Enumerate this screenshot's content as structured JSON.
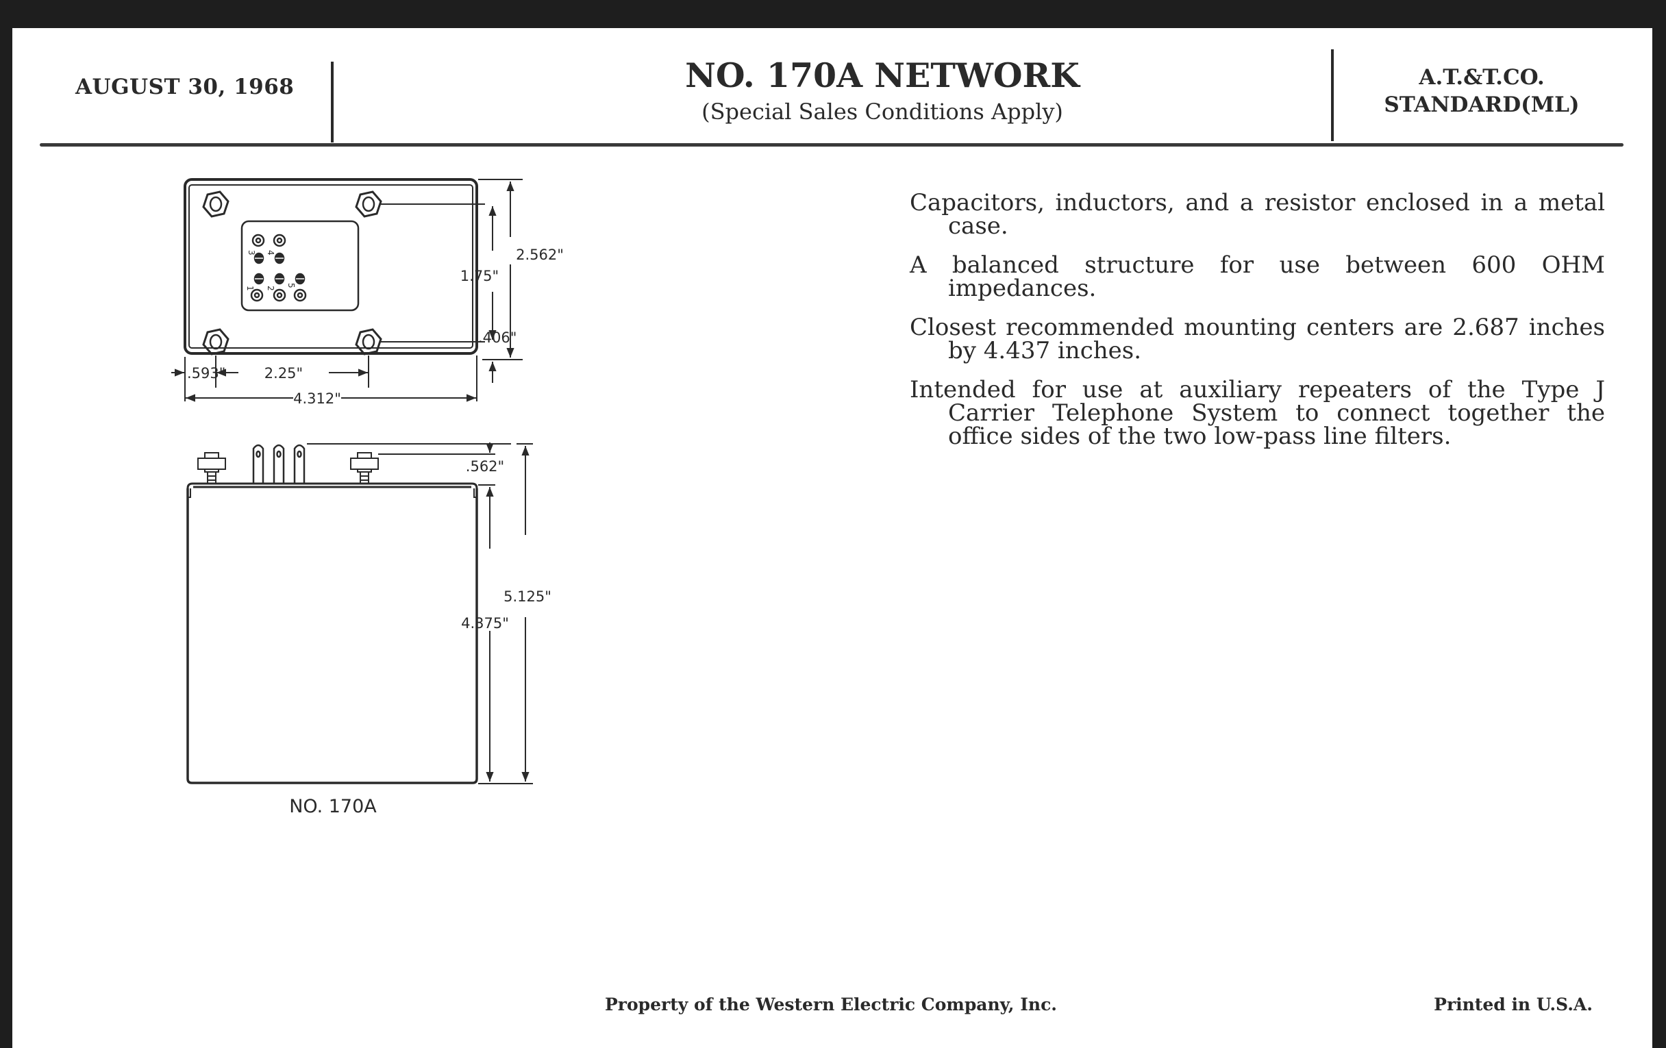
{
  "header": {
    "date": "AUGUST 30, 1968",
    "title": "NO. 170A NETWORK",
    "subtitle": "(Special Sales Conditions Apply)",
    "org_line1": "A.T.&T.CO.",
    "org_line2": "STANDARD(ML)"
  },
  "description": [
    "Capacitors, inductors, and a resistor enclosed in a metal case.",
    "A balanced structure for use between 600 OHM impedances.",
    "Closest recommended mounting centers are 2.687 inches by 4.437 inches.",
    "Intended for use at auxiliary repeaters of the Type J Carrier Telephone System to connect together the office sides of the two low-pass line filters."
  ],
  "drawing": {
    "top_view": {
      "terminal_labels": [
        "3",
        "4",
        "1",
        "2",
        "5"
      ],
      "dimensions": {
        "overall_height": "2.562\"",
        "mounting_vertical": "1.75\"",
        "bottom_offset": ".406\"",
        "left_offset": ".593\"",
        "mounting_horizontal": "2.25\"",
        "overall_width": "4.312\""
      }
    },
    "side_view": {
      "dimensions": {
        "terminal_height": ".562\"",
        "body_height": "4.375\"",
        "overall_height": "5.125\""
      },
      "caption": "NO. 170A"
    }
  },
  "footer": {
    "left": "Property of the Western Electric Company, Inc.",
    "right": "Printed in U.S.A."
  },
  "colors": {
    "ink": "#2a2a2a",
    "paper": "#ffffff",
    "border": "#1e1e1e"
  }
}
